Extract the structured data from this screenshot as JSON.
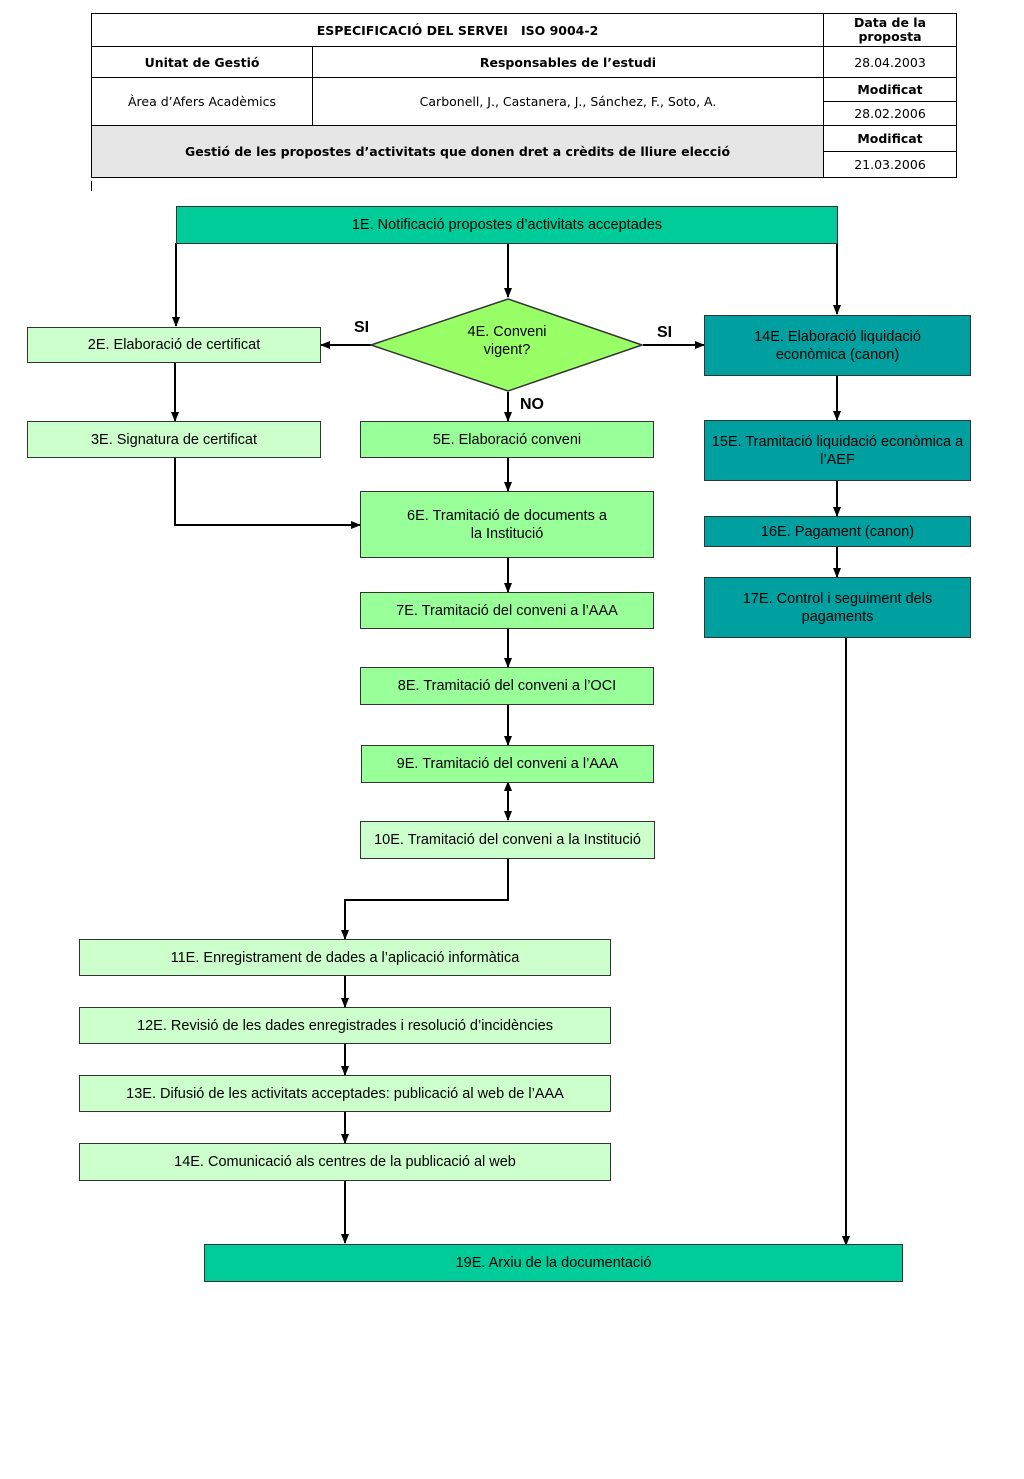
{
  "header": {
    "title": "ESPECIFICACIÓ DEL SERVEI   ISO 9004-2",
    "date_label": "Data de la proposta",
    "unit_label": "Unitat de Gestió",
    "resp_label": "Responsables de l’estudi",
    "date1": "28.04.2003",
    "modified_label1": "Modificat",
    "unit_value": "Àrea d’Afers Acadèmics",
    "resp_value": "Carbonell, J., Castanera, J., Sánchez, F., Soto, A.",
    "date2": "28.02.2006",
    "process_title": "Gestió de les propostes d’activitats que donen dret a crèdits de lliure elecció",
    "modified_label2": "Modificat",
    "date3": "21.03.2006"
  },
  "flow": {
    "n1": "1E. Notificació propostes d’activitats acceptades",
    "n2": "2E. Elaboració de certificat",
    "n3": "3E. Signatura de certificat",
    "n4": "4E. Conveni vigent?",
    "n5": "5E. Elaboració conveni",
    "n6": "6E. Tramitació de documents a la Institució",
    "n7": "7E. Tramitació del conveni a l’AAA",
    "n8": "8E. Tramitació del conveni a l’OCI",
    "n9": "9E. Tramitació del conveni a l’AAA",
    "n10": "10E. Tramitació del conveni a la Institució",
    "n11": "11E. Enregistrament de dades a l’aplicació informàtica",
    "n12": "12E. Revisió de les dades enregistrades i resolució d’incidències",
    "n13": "13E. Difusió de les activitats acceptades: publicació al web de l’AAA",
    "n14a": "14E. Comunicació als centres de la publicació al web",
    "n14b": "14E. Elaboració liquidació econòmica (canon)",
    "n15": "15E. Tramitació liquidació econòmica a l’AEF",
    "n16": "16E. Pagament (canon)",
    "n17": "17E. Control i seguiment dels pagaments",
    "n19": "19E. Arxiu de la documentació",
    "yes_left": "SI",
    "yes_right": "SI",
    "no": "NO"
  },
  "colors": {
    "pale_green": "#ccffcc",
    "light_green": "#99ff99",
    "green": "#00cc99",
    "teal": "#00a0a0"
  }
}
